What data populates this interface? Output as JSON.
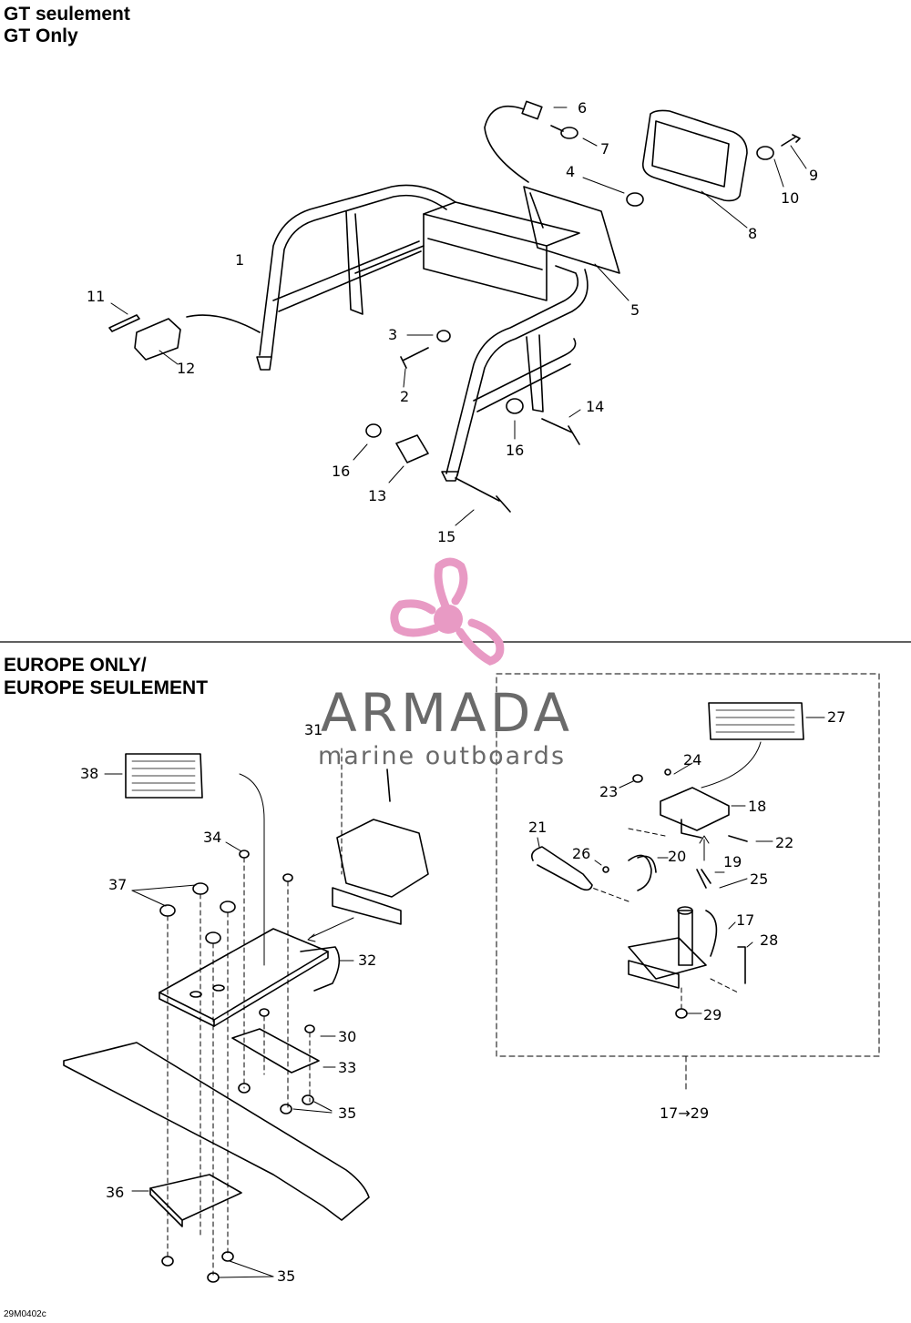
{
  "header_top": {
    "line1": "GT seulement",
    "line2": "GT Only"
  },
  "header_bottom": {
    "line1": "EUROPE ONLY/",
    "line2": "EUROPE SEULEMENT"
  },
  "watermark": {
    "brand": "ARMADA",
    "tagline": "marine outboards",
    "logo_color": "#e89ac4",
    "text_color": "#6a6a6a"
  },
  "callouts": {
    "c1": "1",
    "c2": "2",
    "c3": "3",
    "c4": "4",
    "c5": "5",
    "c6": "6",
    "c7": "7",
    "c8": "8",
    "c9": "9",
    "c10": "10",
    "c11": "11",
    "c12": "12",
    "c13": "13",
    "c14": "14",
    "c15": "15",
    "c16a": "16",
    "c16b": "16",
    "c17": "17",
    "c18": "18",
    "c19": "19",
    "c20": "20",
    "c21": "21",
    "c22": "22",
    "c23": "23",
    "c24": "24",
    "c25": "25",
    "c26": "26",
    "c27": "27",
    "c28": "28",
    "c29": "29",
    "c30": "30",
    "c31": "31",
    "c32": "32",
    "c33": "33",
    "c35a": "35",
    "c35b": "35",
    "c34": "34",
    "c36": "36",
    "c37": "37",
    "c38": "38",
    "range": "17→29"
  },
  "drawing_code": "29M0402c"
}
